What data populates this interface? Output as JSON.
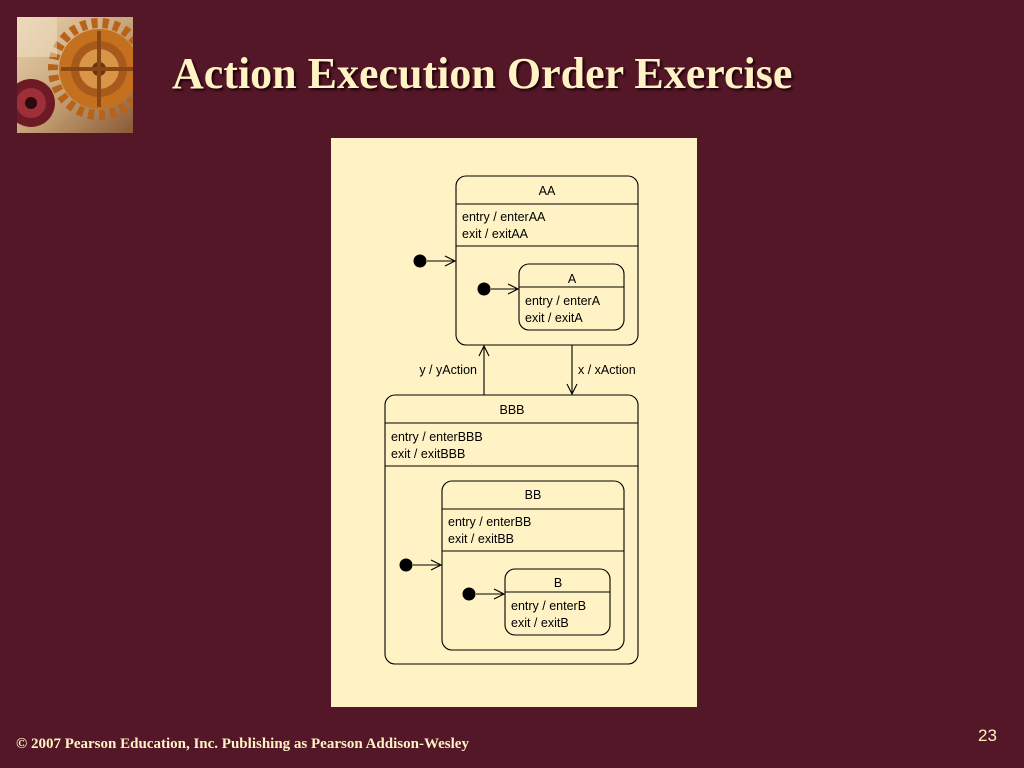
{
  "slide": {
    "title": "Action Execution Order Exercise",
    "footer": "© 2007 Pearson Education, Inc. Publishing as Pearson Addison-Wesley",
    "page_number": "23"
  },
  "colors": {
    "background": "#541727",
    "title_text": "#fff2c4",
    "diagram_background": "#fff2c4",
    "stroke": "#000000"
  },
  "states": {
    "AA": {
      "name": "AA",
      "entry": "entry / enterAA",
      "exit": "exit / exitAA"
    },
    "A": {
      "name": "A",
      "entry": "entry / enterA",
      "exit": "exit / exitA"
    },
    "BBB": {
      "name": "BBB",
      "entry": "entry / enterBBB",
      "exit": "exit / exitBBB"
    },
    "BB": {
      "name": "BB",
      "entry": "entry / enterBB",
      "exit": "exit / exitBB"
    },
    "B": {
      "name": "B",
      "entry": "entry / enterB",
      "exit": "exit / exitB"
    }
  },
  "transitions": {
    "x": {
      "label": "x / xAction",
      "from": "AA",
      "to": "BBB"
    },
    "y": {
      "label": "y / yAction",
      "from": "BBB",
      "to": "AA"
    }
  }
}
